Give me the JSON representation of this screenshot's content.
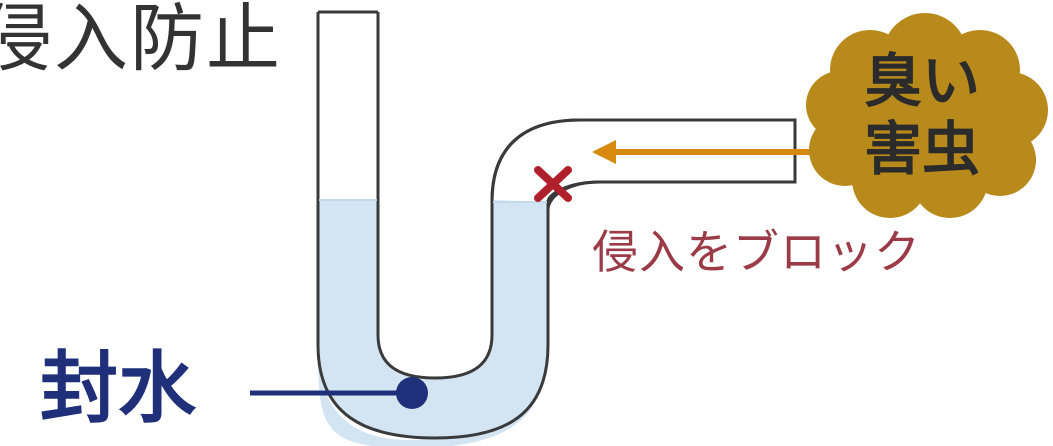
{
  "title": "侵入防止",
  "seal_label": "封水",
  "block_label": "侵入をブロック",
  "cloud": {
    "line1": "臭い",
    "line2": "害虫"
  },
  "colors": {
    "water": "#d3e4f3",
    "pipe_outline": "#3a3a3a",
    "arrow": "#d88a10",
    "cross": "#b0202c",
    "cloud": "#b88a1c",
    "seal": "#1f2f7a",
    "block_text": "#9b3b47"
  },
  "icons": {
    "arrow": "left-arrow-icon",
    "block": "x-cross-icon",
    "cloud": "cloud-icon",
    "seal_pointer": "dot-pointer-icon"
  }
}
